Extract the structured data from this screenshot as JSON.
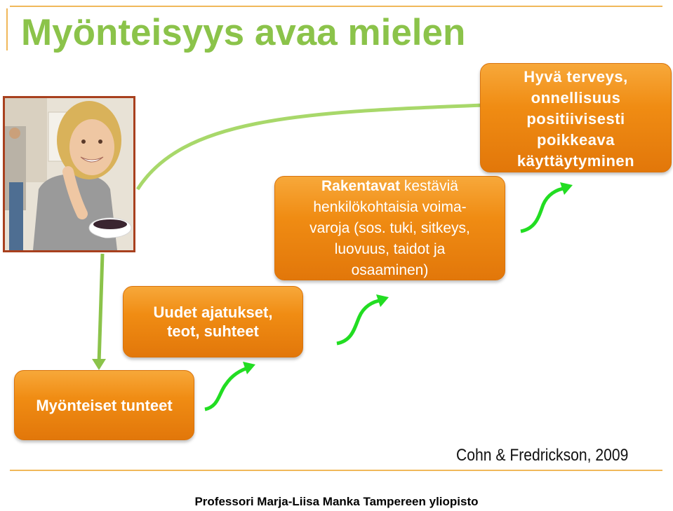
{
  "slide": {
    "title": "Myönteisyys avaa mielen",
    "boxes": {
      "feelings": "Myönteiset tunteet",
      "new_line1": "Uudet ajatukset,",
      "new_line2": "teot, suhteet",
      "build_bold": "Rakentavat",
      "build_rest": "kestäviä",
      "build_line2": "henkilökohtaisia voima-",
      "build_line3": "varoja (sos. tuki, sitkeys,",
      "build_line4": "luovuus, taidot ja",
      "build_line5": "osaaminen)",
      "health_line1": "Hyvä terveys,",
      "health_line2": "onnellisuus",
      "health_line3": "positiivisesti",
      "health_line4": "poikkeava",
      "health_line5": "käyttäytyminen"
    },
    "citation": "Cohn & Fredrickson, 2009",
    "footer": "Professori Marja-Liisa Manka Tampereen yliopisto"
  },
  "colors": {
    "title": "#8bc34a",
    "box_orange": "#f08c13",
    "arrow_green": "#22dd22",
    "connector_green": "#a8d86a",
    "rule": "#f0b85a"
  },
  "icons": [
    "green-curved-arrow-icon",
    "photo-woman-eating"
  ]
}
